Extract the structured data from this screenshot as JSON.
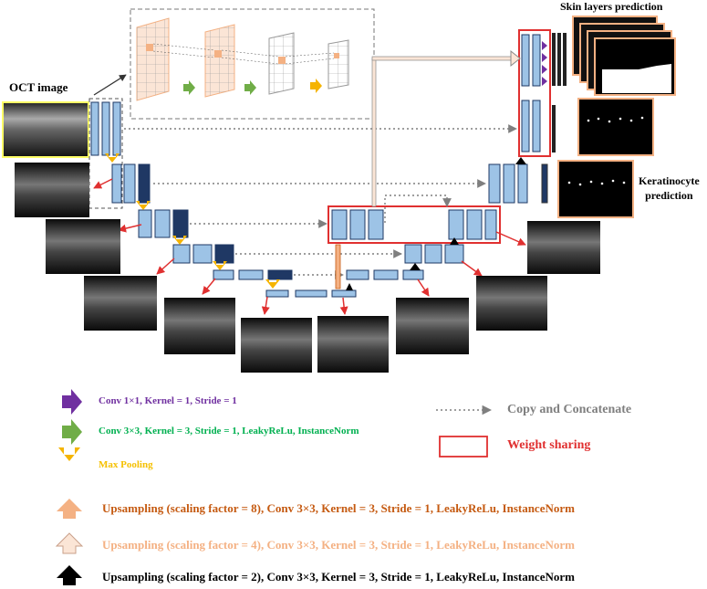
{
  "labels": {
    "oct_image": "OCT image",
    "skin_layers": "Skin layers prediction",
    "keratinocyte": "Keratinocyte\nprediction"
  },
  "legend": {
    "conv1": "Conv 1×1, Kernel = 1, Stride = 1",
    "conv3": "Conv 3×3, Kernel = 3, Stride = 1, LeakyReLu, InstanceNorm",
    "maxpool": "Max Pooling",
    "up8": "Upsampling (scaling factor = 8), Conv 3×3, Kernel = 3, Stride = 1, LeakyReLu, InstanceNorm",
    "up4": "Upsampling (scaling factor = 4), Conv 3×3, Kernel = 3, Stride = 1, LeakyReLu, InstanceNorm",
    "up2": "Upsampling (scaling factor = 2), Conv 3×3, Kernel = 3, Stride = 1, LeakyReLu, InstanceNorm",
    "copy": "Copy and Concatenate",
    "weight": "Weight sharing"
  },
  "colors": {
    "purple": "#7030a0",
    "green": "#70ad47",
    "green_text": "#00b050",
    "orange": "#f5b400",
    "orange_text": "#f5c000",
    "up8": "#c55a11",
    "up4": "#f4b183",
    "up2": "#000000",
    "gray": "#7f7f7f",
    "red": "#e03030",
    "block": "#9dc3e6",
    "dark_block": "#1f3864",
    "frame": "#f4b183"
  }
}
